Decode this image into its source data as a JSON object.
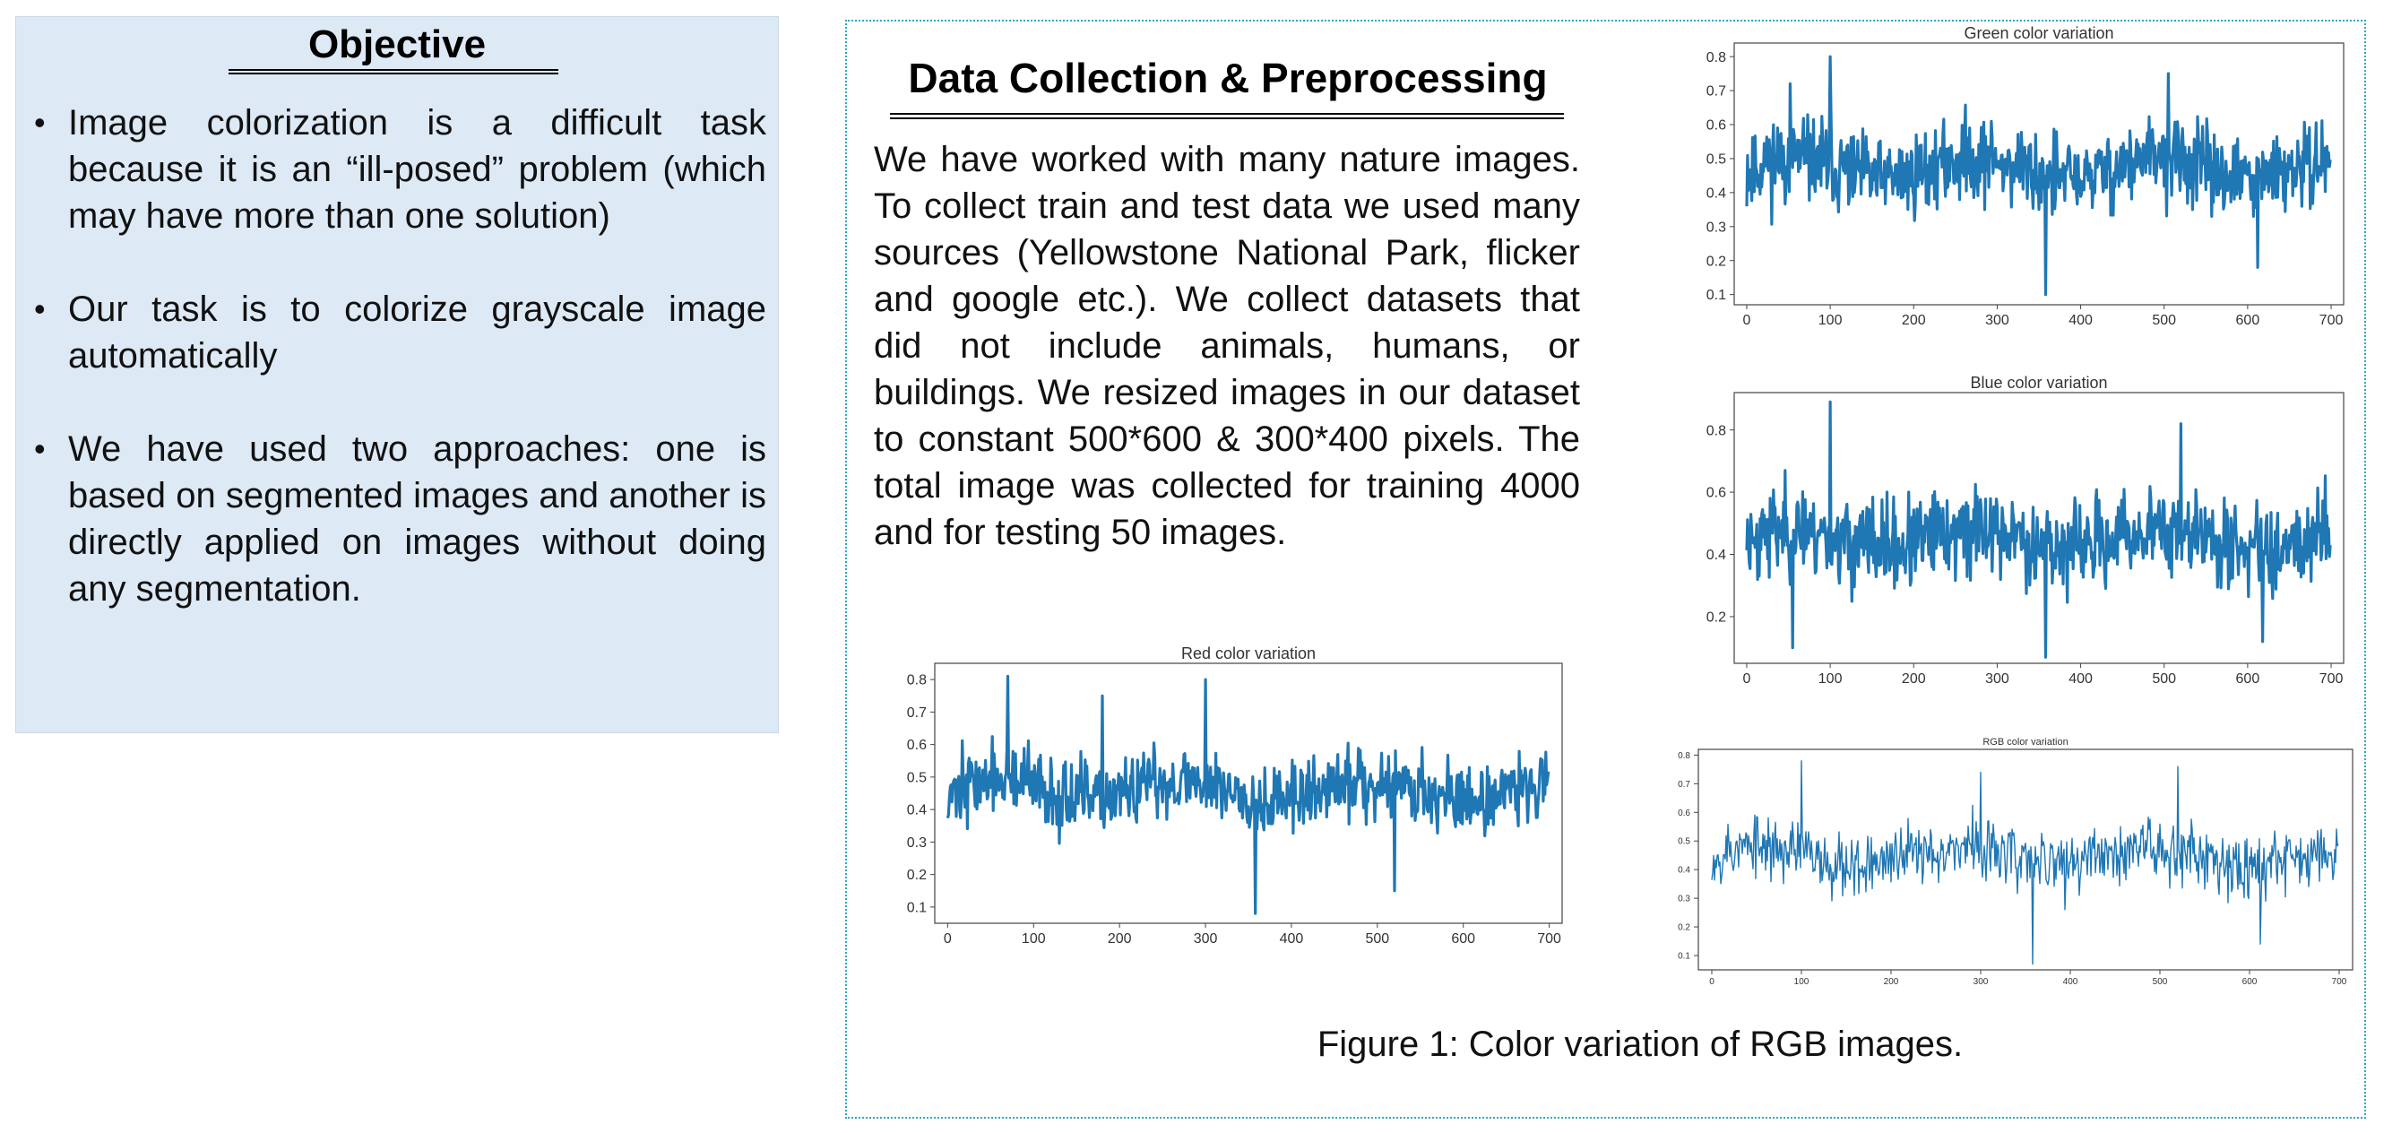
{
  "objective": {
    "title": "Objective",
    "bullets": [
      "Image colorization is a difficult task because it is an “ill-posed” problem (which may have more than one solution)",
      "Our task is to colorize grayscale image automatically",
      "We have used two approaches: one is based on segmented images and another is directly applied on images without doing any segmentation."
    ]
  },
  "data_collection": {
    "title": "Data Collection & Preprocessing",
    "text": "We have worked with many nature images. To collect train and test data we used many sources (Yellowstone National Park, flicker and google etc.). We collect datasets that did not include animals, humans, or buildings. We resized images in our dataset to constant 500*600 & 300*400 pixels. The total image was collected for training 4000 and for testing 50 images."
  },
  "figure_caption": "Figure 1: Color variation of RGB images.",
  "colors": {
    "line": "#1f77b4",
    "panel_bg": "#dde9f5",
    "dotted_border": "#2ca7c9"
  },
  "chart_data": [
    {
      "id": "green",
      "type": "line",
      "title": "Green color variation",
      "xlabel": "",
      "ylabel": "",
      "xlim": [
        -15,
        715
      ],
      "ylim": [
        0.07,
        0.84
      ],
      "xticks": [
        0,
        100,
        200,
        300,
        400,
        500,
        600,
        700
      ],
      "yticks": [
        0.1,
        0.2,
        0.3,
        0.4,
        0.5,
        0.6,
        0.7,
        0.8
      ],
      "grid": false,
      "series": [
        {
          "n": 700,
          "mean": 0.47,
          "spread": 0.095,
          "min": 0.1,
          "max": 0.8,
          "seed": 11,
          "spikes": [
            [
              100,
              0.8
            ],
            [
              358,
              0.1
            ],
            [
              52,
              0.72
            ],
            [
              505,
              0.75
            ],
            [
              612,
              0.18
            ]
          ]
        }
      ]
    },
    {
      "id": "blue",
      "type": "line",
      "title": "Blue color variation",
      "xlabel": "",
      "ylabel": "",
      "xlim": [
        -15,
        715
      ],
      "ylim": [
        0.05,
        0.92
      ],
      "xticks": [
        0,
        100,
        200,
        300,
        400,
        500,
        600,
        700
      ],
      "yticks": [
        0.2,
        0.4,
        0.6,
        0.8
      ],
      "grid": false,
      "series": [
        {
          "n": 700,
          "mean": 0.45,
          "spread": 0.11,
          "min": 0.07,
          "max": 0.89,
          "seed": 23,
          "spikes": [
            [
              100,
              0.89
            ],
            [
              358,
              0.07
            ],
            [
              55,
              0.1
            ],
            [
              520,
              0.82
            ],
            [
              618,
              0.12
            ]
          ]
        }
      ]
    },
    {
      "id": "red",
      "type": "line",
      "title": "Red color variation",
      "xlabel": "",
      "ylabel": "",
      "xlim": [
        -15,
        715
      ],
      "ylim": [
        0.05,
        0.85
      ],
      "xticks": [
        0,
        100,
        200,
        300,
        400,
        500,
        600,
        700
      ],
      "yticks": [
        0.1,
        0.2,
        0.3,
        0.4,
        0.5,
        0.6,
        0.7,
        0.8
      ],
      "grid": false,
      "series": [
        {
          "n": 700,
          "mean": 0.46,
          "spread": 0.085,
          "min": 0.08,
          "max": 0.81,
          "seed": 37,
          "spikes": [
            [
              70,
              0.81
            ],
            [
              358,
              0.08
            ],
            [
              300,
              0.8
            ],
            [
              520,
              0.15
            ],
            [
              180,
              0.75
            ]
          ]
        }
      ]
    },
    {
      "id": "rgb",
      "type": "line",
      "title": "RGB color variation",
      "xlabel": "",
      "ylabel": "",
      "xlim": [
        -15,
        715
      ],
      "ylim": [
        0.05,
        0.82
      ],
      "xticks": [
        0,
        100,
        200,
        300,
        400,
        500,
        600,
        700
      ],
      "yticks": [
        0.1,
        0.2,
        0.3,
        0.4,
        0.5,
        0.6,
        0.7,
        0.8
      ],
      "grid": false,
      "series": [
        {
          "n": 700,
          "mean": 0.45,
          "spread": 0.085,
          "min": 0.07,
          "max": 0.78,
          "seed": 53,
          "spikes": [
            [
              100,
              0.78
            ],
            [
              358,
              0.07
            ],
            [
              520,
              0.76
            ],
            [
              300,
              0.74
            ],
            [
              612,
              0.14
            ]
          ]
        }
      ]
    }
  ]
}
